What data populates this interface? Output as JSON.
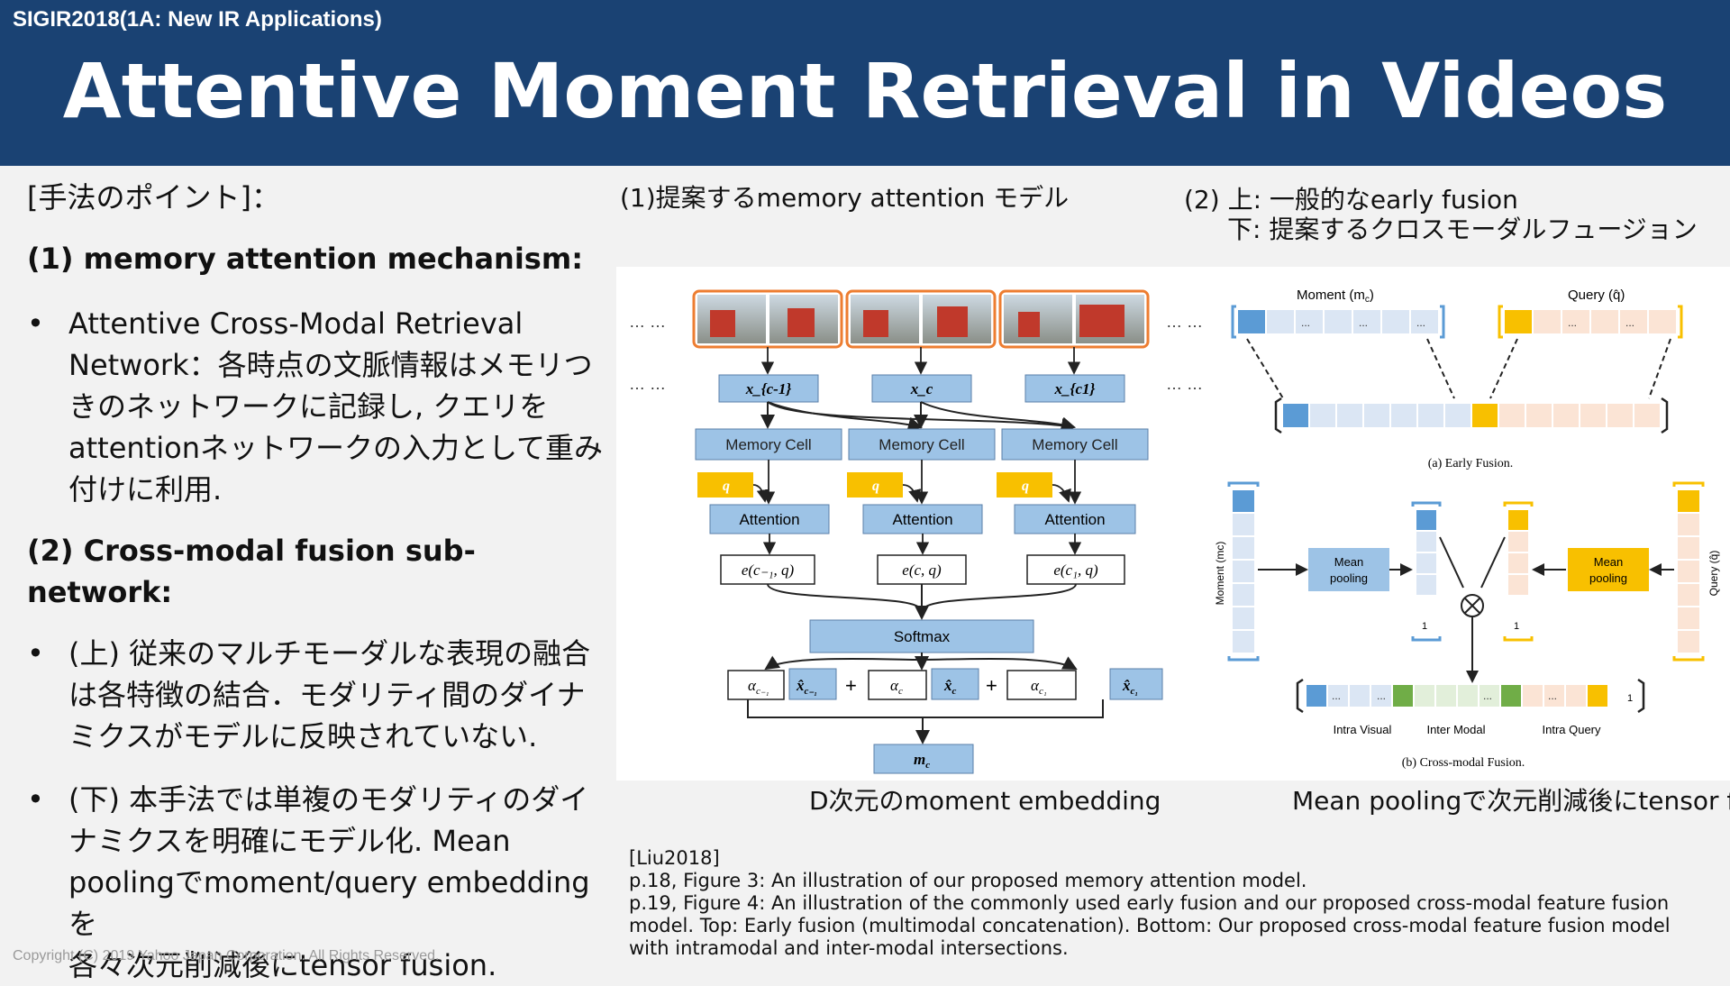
{
  "header": {
    "conference": "SIGIR2018(1A: New IR Applications)",
    "title": "Attentive Moment Retrieval in Videos"
  },
  "left": {
    "heading": "[手法のポイント]：",
    "section1": "(1) memory attention mechanism:",
    "bullet1": [
      "Attentive Cross-Modal Retrieval",
      "Network：各時点の文脈情報はメモリつ",
      "きのネットワークに記録し, クエリを",
      "attentionネットワークの入力として重み",
      "付けに利用."
    ],
    "section2": "(2) Cross-modal fusion sub-network:",
    "bullet2": [
      "(上) 従来のマルチモーダルな表現の融合",
      "は各特徴の結合．モダリティ間のダイナ",
      "ミクスがモデルに反映されていない."
    ],
    "bullet3": [
      "(下) 本手法では単複のモダリティのダイ",
      "ナミクスを明確にモデル化. Mean",
      "poolingでmoment/query embeddingを",
      "各々次元削減後にtensor fusion."
    ]
  },
  "captions": {
    "fig1_title": "(1)提案するmemory attention モデル",
    "fig2_title_line1": "(2) 上: 一般的なearly fusion",
    "fig2_title_line2": "下:  提案するクロスモーダルフュージョン",
    "fig1_bottom": "D次元のmoment embedding",
    "fig2_bottom": "Mean poolingで次元削減後にtensor fusion"
  },
  "figure1": {
    "ellipsis": "… …",
    "x_labels": [
      "x_{c-1}",
      "x_c",
      "x_{c1}"
    ],
    "memory_cell": "Memory Cell",
    "q": "q",
    "attention": "Attention",
    "e_labels": [
      "e(c₋₁, q)",
      "e(c, q)",
      "e(c₁, q)"
    ],
    "softmax": "Softmax",
    "alpha": [
      "α",
      "α",
      "α"
    ],
    "alpha_sub": [
      "c₋₁",
      "c",
      "c₁"
    ],
    "xhat_sub": [
      "c₋₁",
      "c",
      "c₁"
    ],
    "plus": "+",
    "m_label": "m",
    "m_sub": "c"
  },
  "figure2": {
    "moment_label": "Moment (m",
    "moment_label_sub": "c",
    "query_label": "Query (q̂)",
    "dots": "...",
    "early_caption": "(a) Early Fusion.",
    "cross_caption": "(b) Cross-modal Fusion.",
    "mean_pooling": "Mean pooling",
    "one": "1",
    "intra_visual": "Intra Visual",
    "inter_modal": "Inter Modal",
    "intra_query": "Intra Query",
    "side_moment": "Moment (m",
    "side_query": "Query (q̂)",
    "colors": {
      "blue": "#5b9bd5",
      "lightblue": "#dbe6f4",
      "orange": "#f8c000",
      "lightorange": "#fbe4d5",
      "green": "#70ad47",
      "lightgreen": "#e2efda"
    }
  },
  "reference": {
    "tag": "[Liu2018]",
    "lines": [
      "p.18, Figure 3: An illustration of our proposed memory attention model.",
      "p.19, Figure 4: An illustration of the commonly used early fusion and our proposed cross-modal feature fusion",
      "model. Top: Early fusion (multimodal concatenation). Bottom: Our proposed cross-modal feature fusion model",
      "with intramodal and inter-modal intersections."
    ]
  },
  "footer": {
    "copyright": "Copyright (C) 2019 Yahoo Japan Corporation. All Rights Reserved."
  }
}
